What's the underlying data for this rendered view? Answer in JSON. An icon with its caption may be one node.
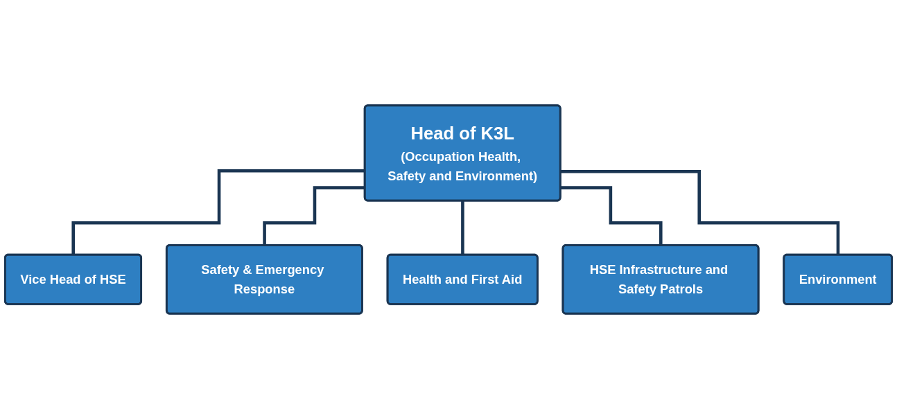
{
  "diagram": {
    "nodes": [
      {
        "text": [
          "Head of K3L",
          "(Occupation Health, Safety and Environment)"
        ]
      },
      {
        "text": [
          "Vice Head of HSE"
        ]
      },
      {
        "text": [
          "Safety & Emergency Response"
        ]
      },
      {
        "text": [
          "Health and First Aid"
        ]
      },
      {
        "text": [
          "HSE Infrastructure and Safety Patrols"
        ]
      },
      {
        "text": [
          "Environment"
        ]
      }
    ],
    "edges": [
      {
        "from": 0,
        "to": 1,
        "arrow": "none"
      },
      {
        "from": 0,
        "to": 2,
        "arrow": "none"
      },
      {
        "from": 0,
        "to": 3,
        "arrow": "none"
      },
      {
        "from": 0,
        "to": 4,
        "arrow": "none"
      },
      {
        "from": 0,
        "to": 5,
        "arrow": "none"
      }
    ]
  }
}
